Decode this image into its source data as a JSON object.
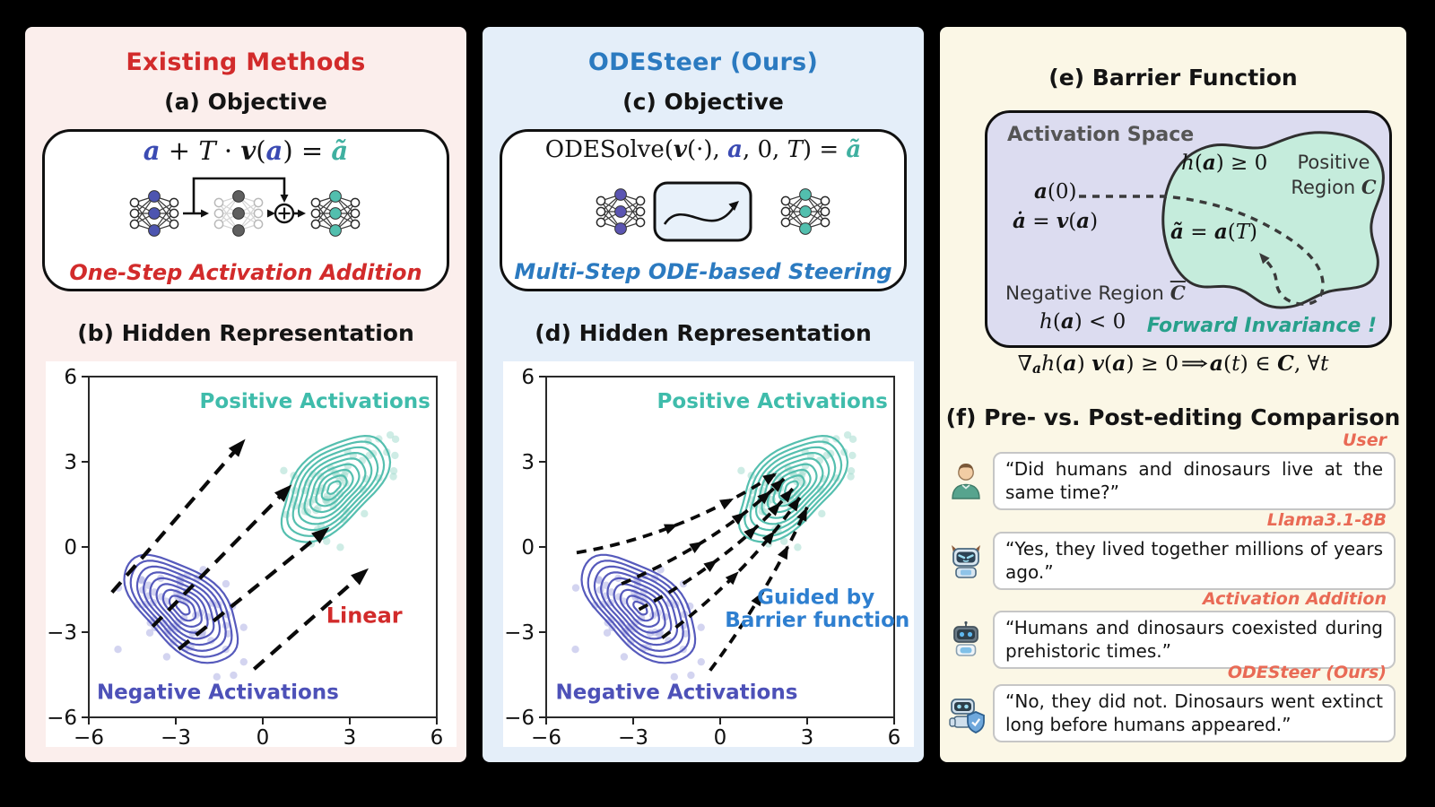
{
  "colors": {
    "panel_left_bg": "#fbeeec",
    "panel_mid_bg": "#e4eef9",
    "panel_right_bg": "#fbf7e6",
    "red_accent": "#d22b2b",
    "blue_accent": "#2b7ac0",
    "guide_blue": "#2e7fd0",
    "formula_indigo": "#3b4bb3",
    "formula_teal": "#3fb0a0",
    "purple_cluster": "#4d51b8",
    "teal_cluster": "#4cbcab",
    "coral_speaker": "#e96a55",
    "lavender_box": "#dcdcf0",
    "blob_teal": "#c5ecdc",
    "invariance_teal": "#27a08b",
    "gray_label": "#555555",
    "nn_indigo": "#4d55b0",
    "nn_gray": "#5f5f5f",
    "nn_teal": "#52bfae",
    "nn_purple": "#5b55b2",
    "ode_box_fill": "#e8f1fa"
  },
  "left_panel": {
    "title": "Existing Methods",
    "section_a": "(a) Objective",
    "formula_a": [
      {
        "t": "a",
        "c": "#3b4bb3",
        "b": 1,
        "i": 1
      },
      {
        "t": " + "
      },
      {
        "t": "T",
        "i": 1
      },
      {
        "t": " · "
      },
      {
        "t": "v",
        "b": 1,
        "i": 1
      },
      {
        "t": "("
      },
      {
        "t": "a",
        "c": "#3b4bb3",
        "b": 1,
        "i": 1
      },
      {
        "t": ") = "
      },
      {
        "t": "ã",
        "c": "#3fb0a0",
        "b": 1,
        "i": 1
      }
    ],
    "caption": "One-Step Activation Addition",
    "section_b": "(b) Hidden Representation"
  },
  "middle_panel": {
    "title": "ODESteer (Ours)",
    "section_c": "(c) Objective",
    "formula_c": [
      {
        "t": "ODESolve("
      },
      {
        "t": "v",
        "b": 1,
        "i": 1
      },
      {
        "t": "(·), "
      },
      {
        "t": "a",
        "c": "#3b4bb3",
        "b": 1,
        "i": 1
      },
      {
        "t": ", 0, "
      },
      {
        "t": "T",
        "i": 1
      },
      {
        "t": ") = "
      },
      {
        "t": "ã",
        "c": "#3fb0a0",
        "b": 1,
        "i": 1
      }
    ],
    "caption": "Multi-Step ODE-based Steering",
    "section_d": "(d) Hidden Representation"
  },
  "right_panel": {
    "section_e": "(e) Barrier Function",
    "barrier": {
      "space_label": "Activation Space",
      "h_pos": [
        {
          "t": "h",
          "i": 1
        },
        {
          "t": "("
        },
        {
          "t": "a",
          "b": 1,
          "i": 1
        },
        {
          "t": ") ≥ 0"
        }
      ],
      "positive_region_line1": "Positive",
      "positive_region_line2": [
        {
          "t": "Region "
        },
        {
          "t": "C",
          "i": 1,
          "b": 1,
          "f": "serif"
        }
      ],
      "a0": [
        {
          "t": "a",
          "b": 1,
          "i": 1
        },
        {
          "t": "(0)"
        }
      ],
      "adot": [
        {
          "t": "ȧ",
          "b": 1,
          "i": 1
        },
        {
          "t": " = "
        },
        {
          "t": "v",
          "b": 1,
          "i": 1
        },
        {
          "t": "("
        },
        {
          "t": "a",
          "b": 1,
          "i": 1
        },
        {
          "t": ")"
        }
      ],
      "aT": [
        {
          "t": "ã",
          "b": 1,
          "i": 1
        },
        {
          "t": " = "
        },
        {
          "t": "a",
          "b": 1,
          "i": 1
        },
        {
          "t": "("
        },
        {
          "t": "T",
          "i": 1
        },
        {
          "t": ")"
        }
      ],
      "negative_region": [
        {
          "t": "Negative Region "
        },
        {
          "t": "C",
          "i": 1,
          "b": 1,
          "f": "serif",
          "ov": 1
        }
      ],
      "h_neg": [
        {
          "t": "h",
          "i": 1
        },
        {
          "t": "("
        },
        {
          "t": "a",
          "b": 1,
          "i": 1
        },
        {
          "t": ") < 0"
        }
      ],
      "invariance": "Forward Invariance !"
    },
    "theorem": [
      {
        "t": "∇"
      },
      {
        "t": "a",
        "b": 1,
        "i": 1,
        "sub": 1
      },
      {
        "t": "h",
        "i": 1
      },
      {
        "t": "("
      },
      {
        "t": "a",
        "b": 1,
        "i": 1
      },
      {
        "t": ") "
      },
      {
        "t": "v",
        "b": 1,
        "i": 1
      },
      {
        "t": "("
      },
      {
        "t": "a",
        "b": 1,
        "i": 1
      },
      {
        "t": ") ≥ 0   "
      },
      {
        "t": "⇒",
        "stretch": 1
      },
      {
        "t": "   "
      },
      {
        "t": "a",
        "b": 1,
        "i": 1
      },
      {
        "t": "("
      },
      {
        "t": "t",
        "i": 1
      },
      {
        "t": ") ∈ "
      },
      {
        "t": "C",
        "i": 1,
        "b": 1
      },
      {
        "t": ",  ∀"
      },
      {
        "t": "t",
        "i": 1
      }
    ],
    "section_f": "(f) Pre- vs. Post-editing Comparison",
    "chat": [
      {
        "speaker": "User",
        "avatar": "user",
        "text": "“Did humans and dinosaurs live at the same time?”"
      },
      {
        "speaker": "Llama3.1-8B",
        "avatar": "robot-horns",
        "text": "“Yes, they lived together millions of years ago.”"
      },
      {
        "speaker": "Activation Addition",
        "avatar": "robot",
        "text": "“Humans and dinosaurs coexisted during prehistoric times.”"
      },
      {
        "speaker": "ODESteer (Ours)",
        "avatar": "robot-shield",
        "text": "“No, they did not. Dinosaurs went extinct long before humans appeared.”"
      }
    ]
  },
  "chart_data": [
    {
      "el": "plot-b",
      "type": "scatter",
      "subtype": "kde-contour-scatter",
      "title": "(b) Hidden Representation",
      "xlim": [
        -6,
        6
      ],
      "ylim": [
        -6,
        6
      ],
      "xticks": [
        -6,
        -3,
        0,
        3,
        6
      ],
      "yticks": [
        -6,
        -3,
        0,
        3,
        6
      ],
      "grid": false,
      "seed": 42,
      "clusters": [
        {
          "name": "Negative Activations",
          "line_color": "#4d51b8",
          "point_color": "#aeb1e4",
          "center": [
            -2.75,
            -2.15
          ],
          "rx": 2.35,
          "ry": 1.3,
          "angle": -40,
          "rings": 9,
          "points": 62
        },
        {
          "name": "Positive Activations",
          "line_color": "#4cbcab",
          "point_color": "#a5ddd0",
          "center": [
            2.45,
            2.1
          ],
          "rx": 2.3,
          "ry": 1.25,
          "angle": 42,
          "rings": 9,
          "points": 62
        }
      ],
      "arrows": [
        {
          "type": "line",
          "from": [
            -5.2,
            -1.6
          ],
          "to": [
            -0.6,
            3.8
          ]
        },
        {
          "type": "line",
          "from": [
            -3.8,
            -2.8
          ],
          "to": [
            1.0,
            2.2
          ]
        },
        {
          "type": "line",
          "from": [
            -2.9,
            -3.6
          ],
          "to": [
            2.3,
            0.7
          ]
        },
        {
          "type": "line",
          "from": [
            -0.3,
            -4.3
          ],
          "to": [
            3.65,
            -0.75
          ]
        }
      ],
      "labels": [
        {
          "text": "Positive Activations",
          "color": "#3fbcab",
          "x": 1.8,
          "y": 5.15,
          "size": 23,
          "weight": 700
        },
        {
          "text": "Negative Activations",
          "color": "#4d51b8",
          "x": -1.55,
          "y": -5.1,
          "size": 23,
          "weight": 700
        },
        {
          "text": "Linear",
          "color": "#d22b2b",
          "x": 3.5,
          "y": -2.4,
          "size": 24,
          "weight": 700
        }
      ]
    },
    {
      "el": "plot-d",
      "type": "scatter",
      "subtype": "kde-contour-scatter",
      "title": "(d) Hidden Representation",
      "xlim": [
        -6,
        6
      ],
      "ylim": [
        -6,
        6
      ],
      "xticks": [
        -6,
        -3,
        0,
        3,
        6
      ],
      "yticks": [
        -6,
        -3,
        0,
        3,
        6
      ],
      "grid": false,
      "seed": 42,
      "clusters": [
        {
          "name": "Negative Activations",
          "line_color": "#4d51b8",
          "point_color": "#aeb1e4",
          "center": [
            -2.75,
            -2.15
          ],
          "rx": 2.35,
          "ry": 1.3,
          "angle": -40,
          "rings": 9,
          "points": 62
        },
        {
          "name": "Positive Activations",
          "line_color": "#4cbcab",
          "point_color": "#a5ddd0",
          "center": [
            2.45,
            2.1
          ],
          "rx": 2.3,
          "ry": 1.25,
          "angle": 42,
          "rings": 9,
          "points": 62
        }
      ],
      "arrows": [
        {
          "type": "quad",
          "from": [
            -4.95,
            -0.2
          ],
          "ctrl": [
            -1.4,
            0.4
          ],
          "to": [
            1.95,
            2.6
          ],
          "heads": [
            0.5,
            0.78,
            1
          ]
        },
        {
          "type": "quad",
          "from": [
            -3.4,
            -1.3
          ],
          "ctrl": [
            0.0,
            0.2
          ],
          "to": [
            2.2,
            2.4
          ],
          "heads": [
            0.45,
            0.72,
            0.9,
            1
          ]
        },
        {
          "type": "quad",
          "from": [
            -2.8,
            -2.2
          ],
          "ctrl": [
            0.5,
            -0.4
          ],
          "to": [
            2.5,
            2.05
          ],
          "heads": [
            0.45,
            0.72,
            0.9,
            1
          ]
        },
        {
          "type": "quad",
          "from": [
            -2.0,
            -3.2
          ],
          "ctrl": [
            0.9,
            -1.0
          ],
          "to": [
            2.75,
            1.75
          ],
          "heads": [
            0.5,
            0.78,
            1
          ]
        },
        {
          "type": "quad",
          "from": [
            -0.35,
            -4.35
          ],
          "ctrl": [
            1.6,
            -1.7
          ],
          "to": [
            3.0,
            1.4
          ],
          "heads": [
            0.5,
            0.78,
            1
          ]
        }
      ],
      "labels": [
        {
          "text": "Positive Activations",
          "color": "#3fbcab",
          "x": 1.8,
          "y": 5.15,
          "size": 23,
          "weight": 700
        },
        {
          "text": "Negative Activations",
          "color": "#4d51b8",
          "x": -1.5,
          "y": -5.1,
          "size": 23,
          "weight": 700
        },
        {
          "text": "Guided by",
          "color": "#2e7fd0",
          "x": 3.3,
          "y": -1.75,
          "size": 23,
          "weight": 700
        },
        {
          "text": "Barrier function",
          "color": "#2e7fd0",
          "x": 3.35,
          "y": -2.55,
          "size": 23,
          "weight": 700
        }
      ]
    }
  ]
}
